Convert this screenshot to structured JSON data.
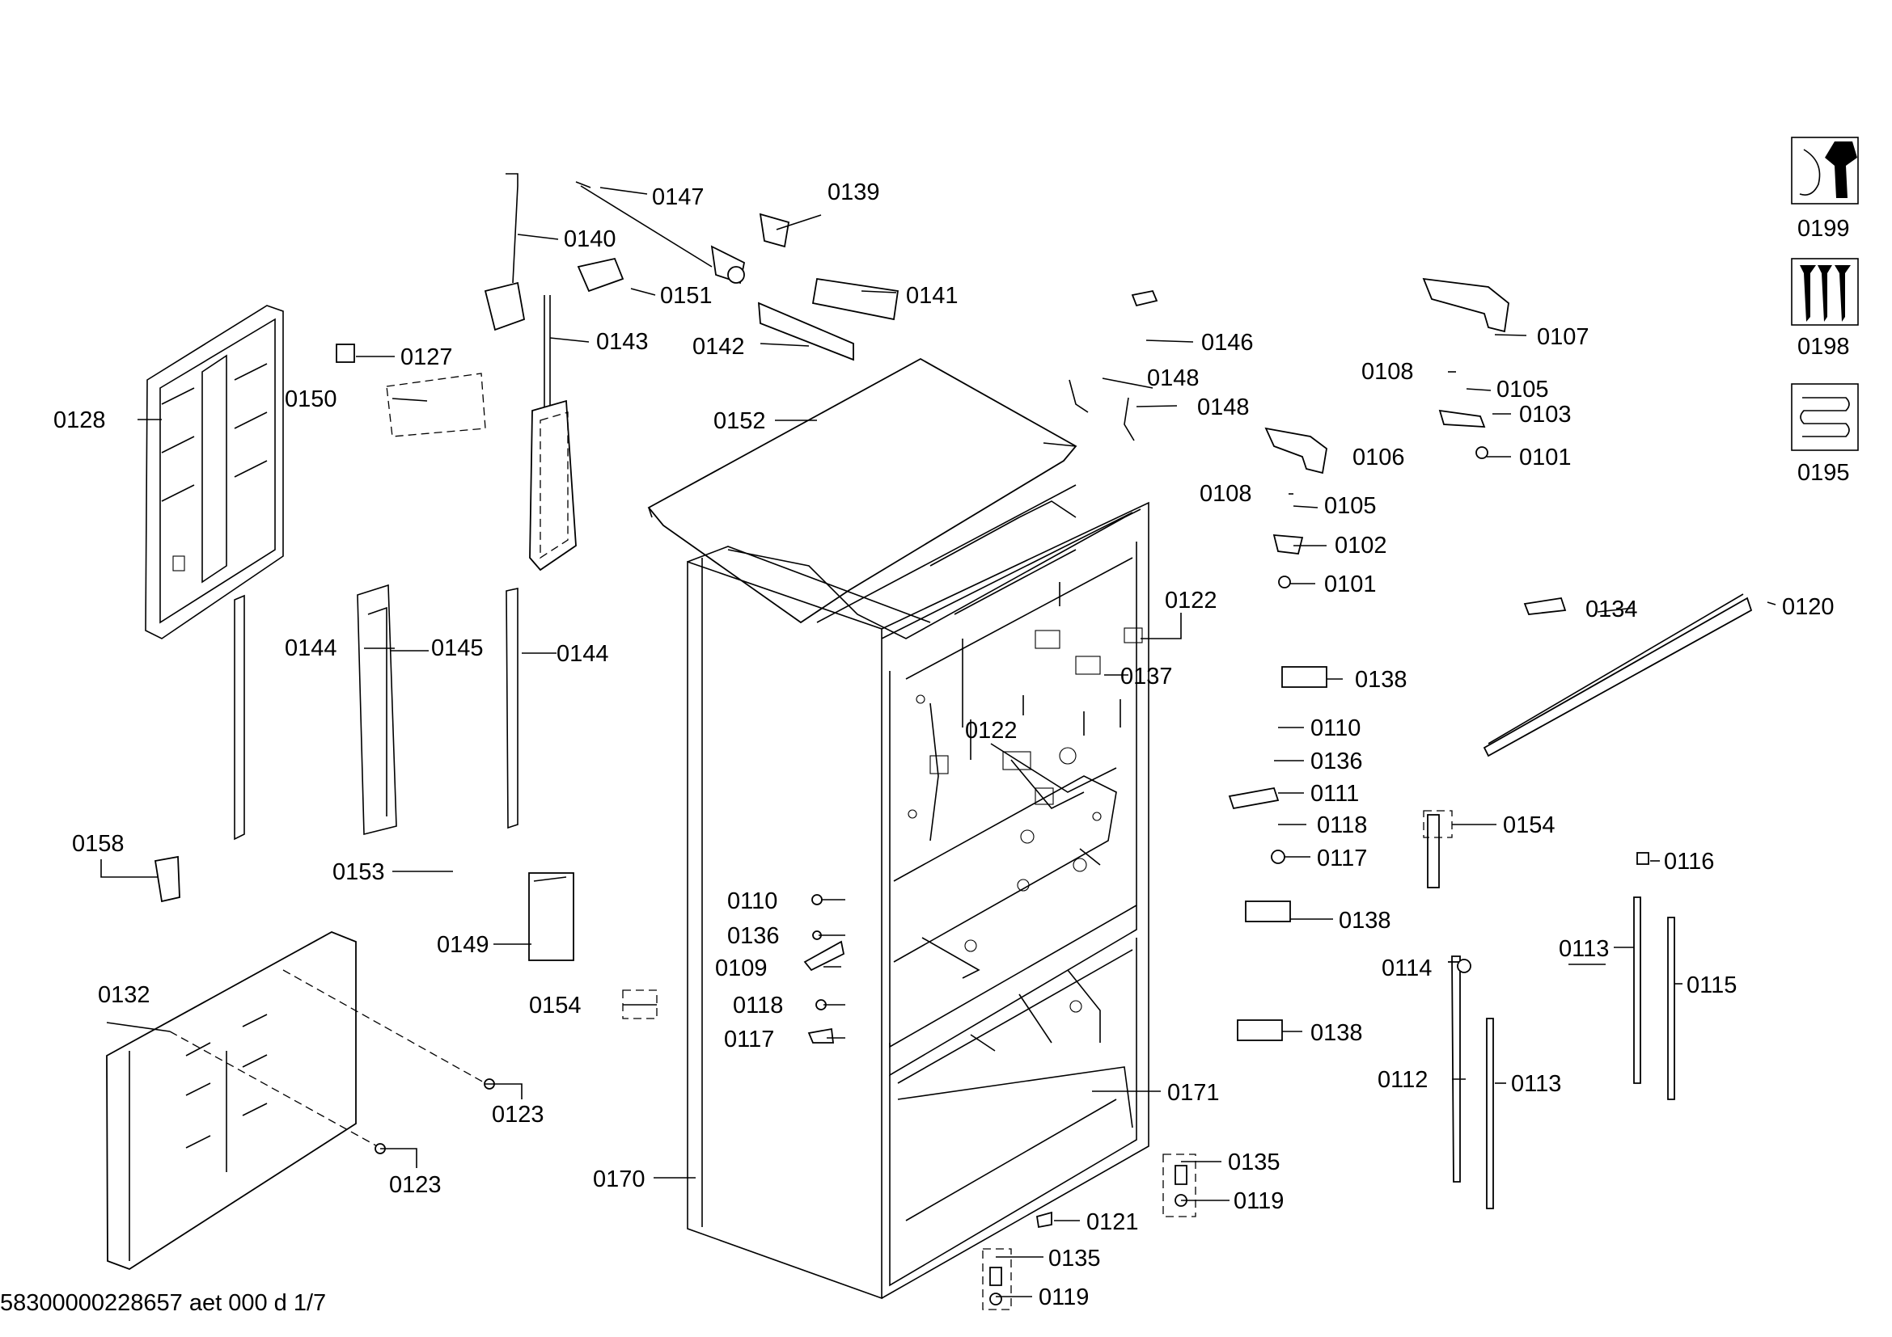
{
  "document": {
    "code": "58300000228657 aet 000 d 1/7"
  },
  "callouts": {
    "c0101a": "0101",
    "c0101b": "0101",
    "c0102": "0102",
    "c0103": "0103",
    "c0105a": "0105",
    "c0105b": "0105",
    "c0106": "0106",
    "c0107": "0107",
    "c0108a": "0108",
    "c0108b": "0108",
    "c0109": "0109",
    "c0110a": "0110",
    "c0110b": "0110",
    "c0111": "0111",
    "c0112": "0112",
    "c0113a": "0113",
    "c0113b": "0113",
    "c0114": "0114",
    "c0115": "0115",
    "c0116": "0116",
    "c0117a": "0117",
    "c0117b": "0117",
    "c0118a": "0118",
    "c0118b": "0118",
    "c0119a": "0119",
    "c0119b": "0119",
    "c0120": "0120",
    "c0121": "0121",
    "c0122a": "0122",
    "c0122b": "0122",
    "c0123a": "0123",
    "c0123b": "0123",
    "c0127": "0127",
    "c0128": "0128",
    "c0132": "0132",
    "c0134": "0134",
    "c0135a": "0135",
    "c0135b": "0135",
    "c0136a": "0136",
    "c0136b": "0136",
    "c0137": "0137",
    "c0138a": "0138",
    "c0138b": "0138",
    "c0138c": "0138",
    "c0139": "0139",
    "c0140": "0140",
    "c0141": "0141",
    "c0142": "0142",
    "c0143": "0143",
    "c0144a": "0144",
    "c0144b": "0144",
    "c0145": "0145",
    "c0146": "0146",
    "c0147": "0147",
    "c0148a": "0148",
    "c0148b": "0148",
    "c0149": "0149",
    "c0150": "0150",
    "c0151": "0151",
    "c0152": "0152",
    "c0153": "0153",
    "c0154a": "0154",
    "c0154b": "0154",
    "c0158": "0158",
    "c0170": "0170",
    "c0171": "0171"
  },
  "accessory_icons": [
    {
      "label": "0199",
      "icon": "tools-wrench-icon"
    },
    {
      "label": "0198",
      "icon": "screws-icon"
    },
    {
      "label": "0195",
      "icon": "heating-coil-icon"
    }
  ]
}
